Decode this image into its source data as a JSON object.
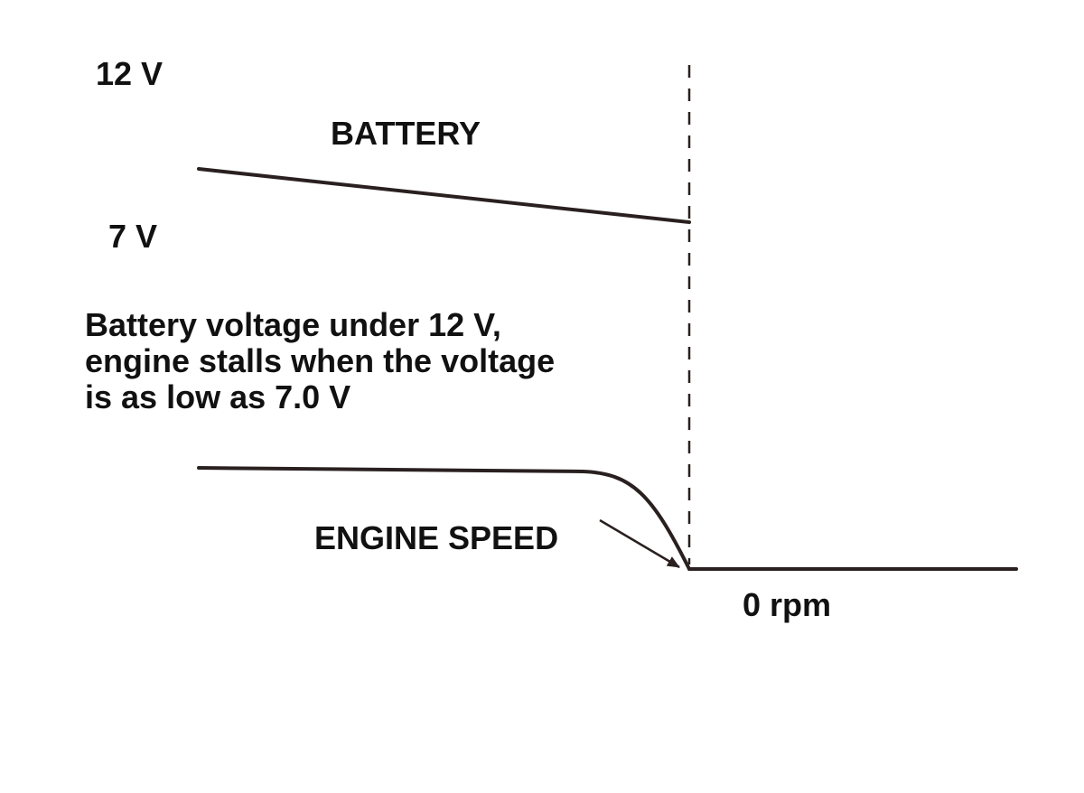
{
  "labels": {
    "voltage_high": "12 V",
    "voltage_low": "7 V",
    "battery": "BATTERY",
    "engine_speed": "ENGINE SPEED",
    "zero_rpm": "0 rpm"
  },
  "note": {
    "lines": [
      "Battery voltage under 12 V,",
      "engine stalls when the voltage",
      "is as low as 7.0 V"
    ]
  },
  "colors": {
    "line": "#2a2020",
    "text": "#111111",
    "background": "#ffffff"
  }
}
